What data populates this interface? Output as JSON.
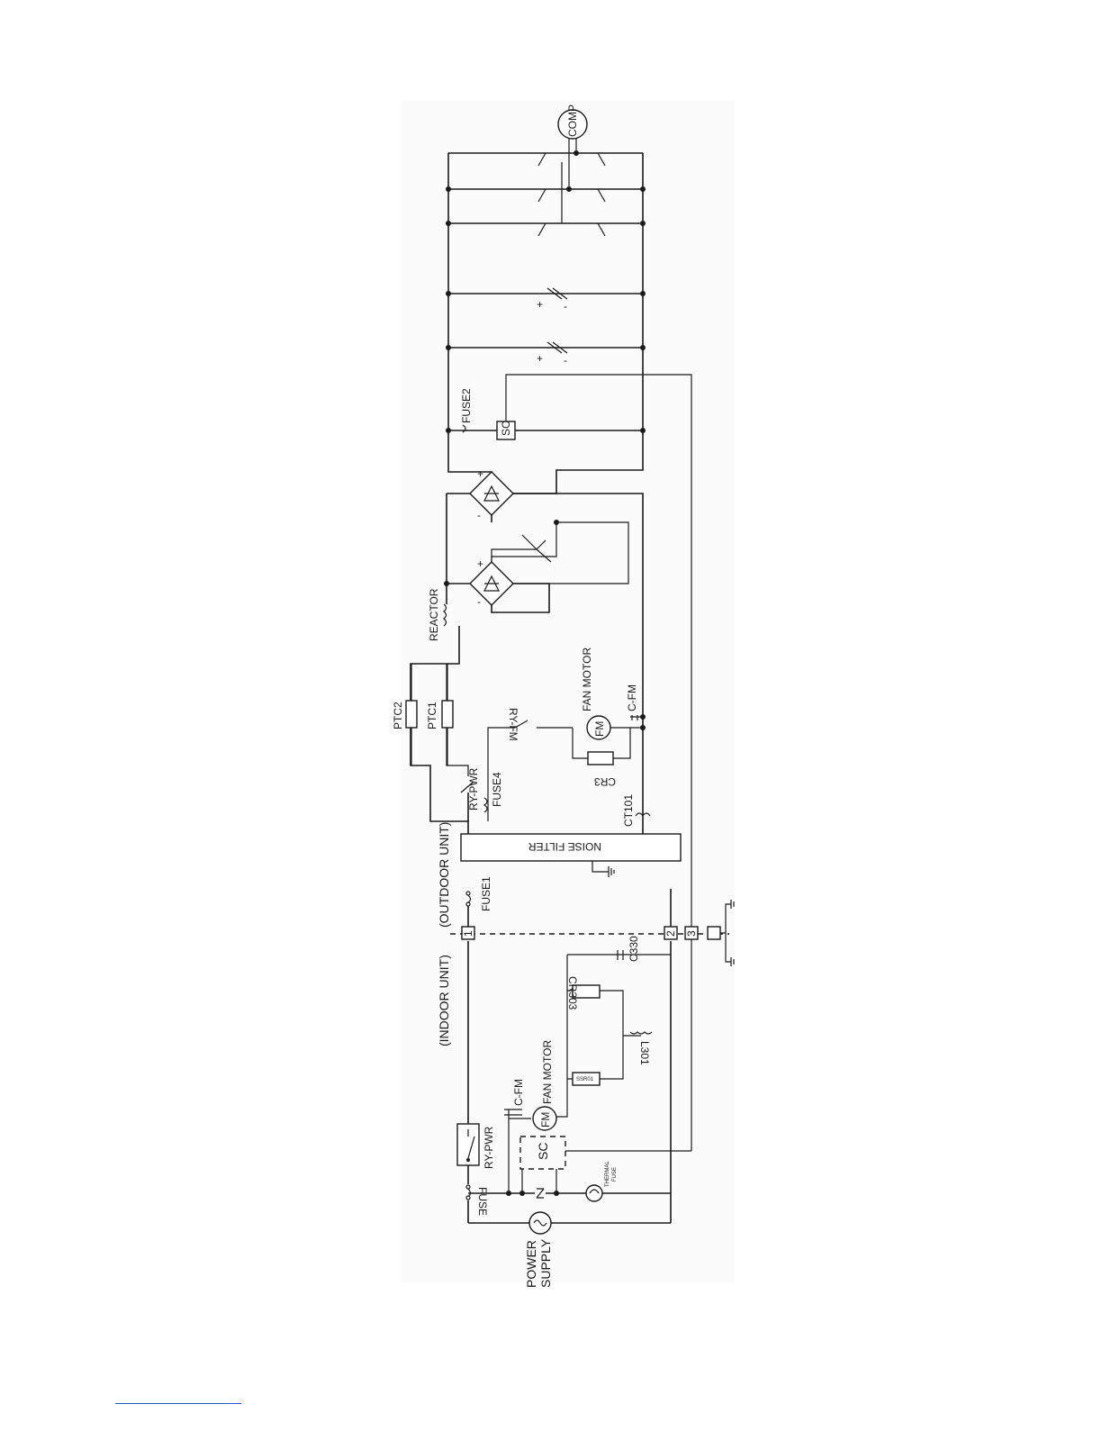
{
  "labels": {
    "power_supply_line1": "POWER",
    "power_supply_line2": "SUPPLY",
    "fuse": "FUSE",
    "thermal_fuse_line1": "THERMAL",
    "thermal_fuse_line2": "FUSE",
    "indoor_ry_pwr": "RY-PWR",
    "indoor_sc": "SC",
    "indoor_fm": "FM",
    "indoor_fan_motor": "FAN MOTOR",
    "indoor_c_fm": "C-FM",
    "ssr01": "SSR01",
    "l301": "L301",
    "cr303": "CR303",
    "c330": "C330",
    "indoor_unit": "(INDOOR UNIT)",
    "outdoor_unit": "(OUTDOOR UNIT)",
    "terminal_1": "1",
    "terminal_2": "2",
    "terminal_3": "3",
    "fuse1": "FUSE1",
    "noise_filter": "NOISE FILTER",
    "ct101": "CT101",
    "outdoor_ry_pwr": "RY-PWR",
    "fuse4": "FUSE4",
    "ptc1": "PTC1",
    "ptc2": "PTC2",
    "ry_fm": "RY-FM",
    "outdoor_fm": "FM",
    "cr3": "CR3",
    "outdoor_fan_motor": "FAN MOTOR",
    "outdoor_c_fm": "C-FM",
    "reactor": "REACTOR",
    "fuse2": "FUSE2",
    "outdoor_sc": "SC",
    "comp": "COMP",
    "plus": "+",
    "minus": "-"
  }
}
